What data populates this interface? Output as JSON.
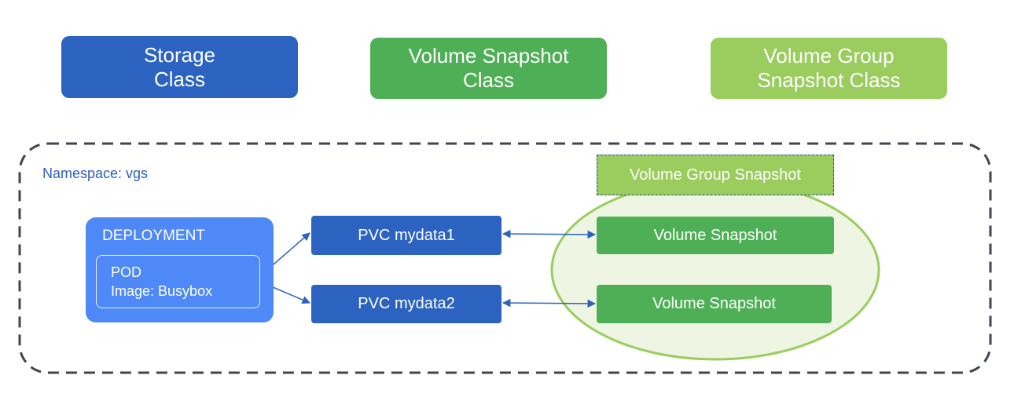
{
  "colors": {
    "dark_blue": "#2c63c0",
    "mid_green": "#4faf56",
    "light_green": "#9acd5e",
    "deployment_blue": "#4e89f7",
    "group_fill": "#eef5e2",
    "group_stroke": "#9acd5e",
    "namespace_border": "#3f4551",
    "namespace_text": "#2c5fbf",
    "arrow": "#2c63c0"
  },
  "top_boxes": {
    "storage_class": {
      "line1": "Storage",
      "line2": "Class"
    },
    "volume_snapshot_class": {
      "line1": "Volume Snapshot",
      "line2": "Class"
    },
    "volume_group_snapshot_class": {
      "line1": "Volume Group",
      "line2": "Snapshot Class"
    }
  },
  "namespace": {
    "label": "Namespace: vgs"
  },
  "deployment": {
    "label": "DEPLOYMENT",
    "pod": {
      "label": "POD",
      "image": "Image: Busybox"
    }
  },
  "pvcs": [
    {
      "label": "PVC mydata1"
    },
    {
      "label": "PVC mydata2"
    }
  ],
  "volume_group_snapshot": {
    "label": "Volume Group Snapshot"
  },
  "volume_snapshots": [
    {
      "label": "Volume Snapshot"
    },
    {
      "label": "Volume Snapshot"
    }
  ]
}
